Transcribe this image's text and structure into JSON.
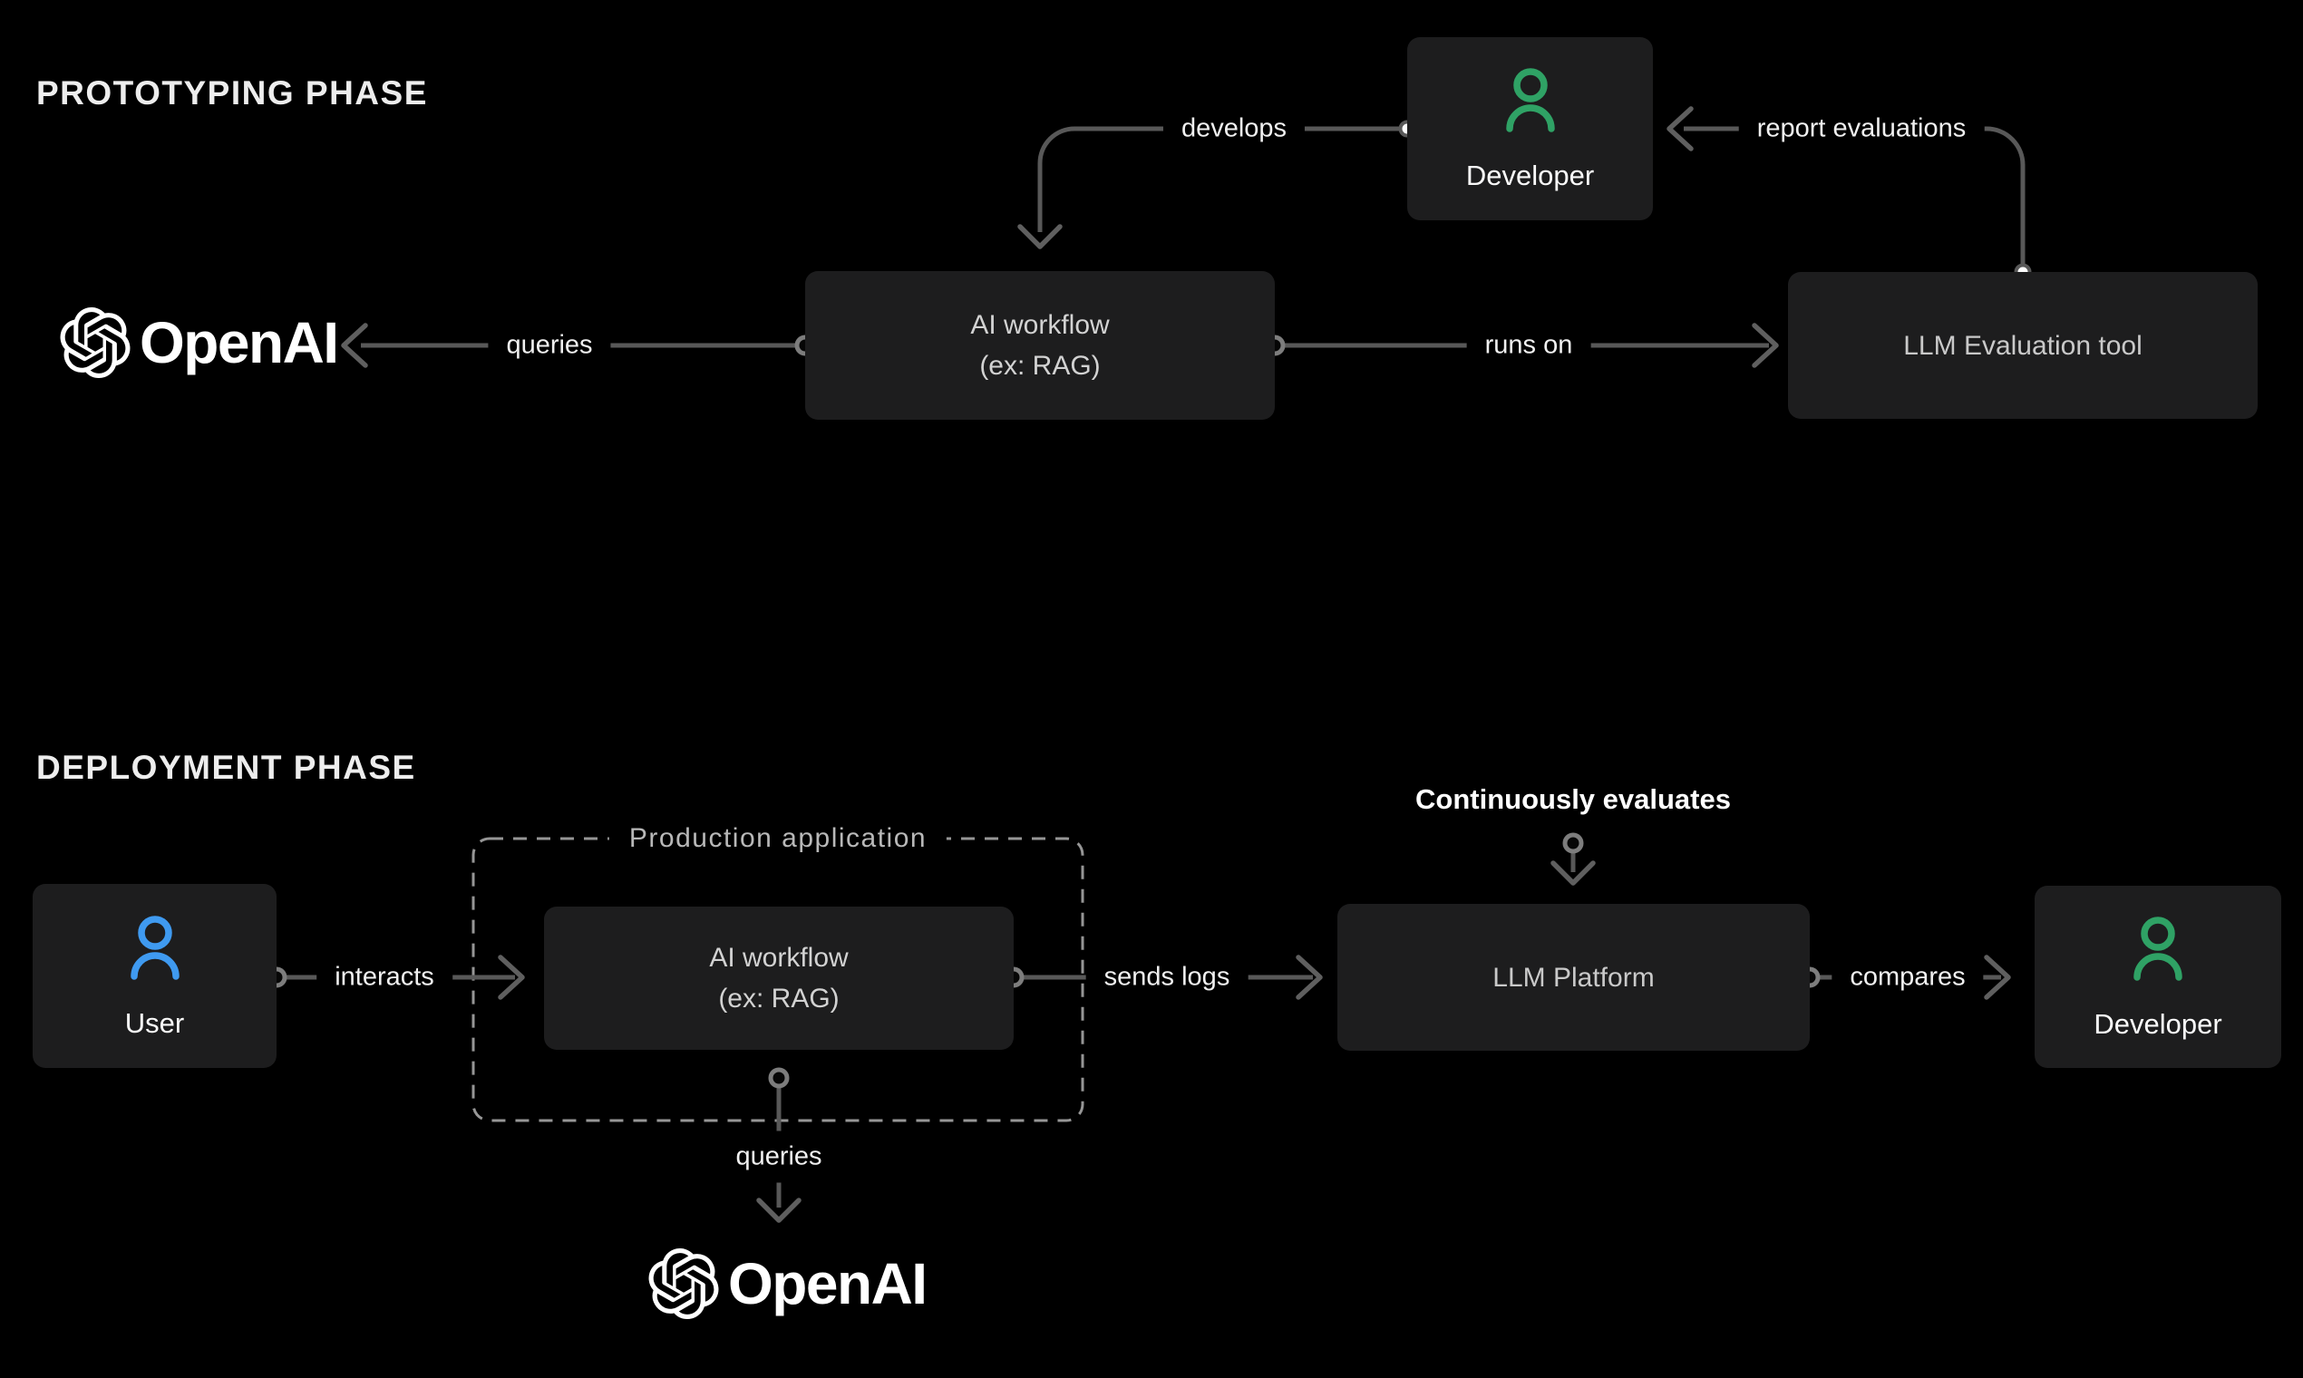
{
  "prototyping": {
    "title": "PROTOTYPING PHASE",
    "developer": {
      "label": "Developer"
    },
    "ai_workflow": {
      "line1": "AI workflow",
      "line2": "(ex: RAG)"
    },
    "llm_eval": {
      "label": "LLM Evaluation tool"
    },
    "openai": {
      "wordmark": "OpenAI"
    },
    "edges": {
      "develops": "develops",
      "report_evaluations": "report evaluations",
      "queries": "queries",
      "runs_on": "runs on"
    }
  },
  "deployment": {
    "title": "DEPLOYMENT PHASE",
    "user": {
      "label": "User"
    },
    "production_app": {
      "label": "Production application"
    },
    "ai_workflow": {
      "line1": "AI workflow",
      "line2": "(ex: RAG)"
    },
    "llm_platform": {
      "label": "LLM Platform"
    },
    "developer": {
      "label": "Developer"
    },
    "openai": {
      "wordmark": "OpenAI"
    },
    "edges": {
      "interacts": "interacts",
      "sends_logs": "sends logs",
      "compares": "compares",
      "queries": "queries",
      "continuously_evaluates": "Continuously evaluates"
    }
  },
  "icons": {
    "developer": "person-icon",
    "user": "person-icon",
    "openai": "openai-blossom-icon"
  },
  "colors": {
    "background": "#000000",
    "node_fill": "#1d1d1e",
    "connector_line": "#585858",
    "connector_ring": "#7d7d7d",
    "dashed_border": "#969696",
    "developer_accent": "#2fa265",
    "user_accent": "#3f9af0",
    "text_primary": "#f0f0f0",
    "text_secondary": "#d2d2d2"
  }
}
